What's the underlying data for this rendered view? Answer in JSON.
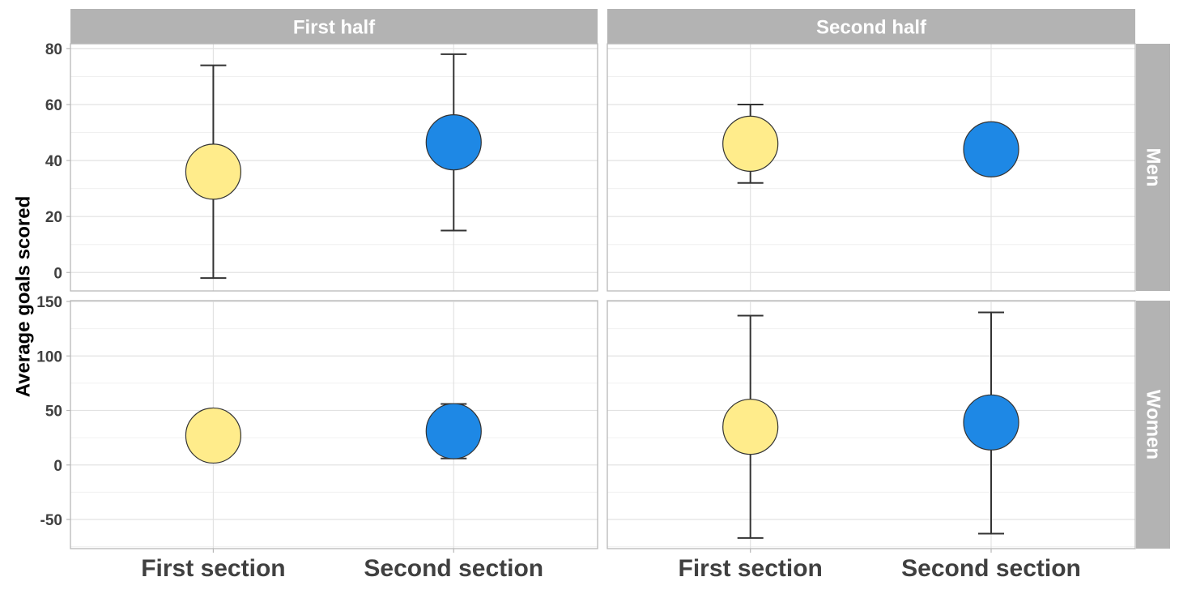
{
  "chart_data": {
    "type": "scatter",
    "subtype": "faceted point estimates with error bars",
    "ylabel": "Average goals scored",
    "categories": [
      "First section",
      "Second section"
    ],
    "colors": {
      "First section": "#FFEC8B",
      "Second section": "#1E88E5",
      "strip": "#B3B3B3",
      "errorbar": "#333333"
    },
    "column_facets": [
      "First half",
      "Second half"
    ],
    "row_facets": [
      "Men",
      "Women"
    ],
    "rows": [
      {
        "facet": "Men",
        "ylim": [
          -6,
          82
        ],
        "yticks": [
          0,
          20,
          40,
          60,
          80
        ],
        "ytick_labels": [
          "0",
          "20",
          "40",
          "60",
          "80"
        ]
      },
      {
        "facet": "Women",
        "ylim": [
          -76,
          150
        ],
        "yticks": [
          -50,
          0,
          50,
          100,
          150
        ],
        "ytick_labels": [
          "-50",
          "0",
          "50",
          "100",
          "150"
        ]
      }
    ],
    "panels": [
      {
        "row": "Men",
        "column": "First half",
        "points": [
          {
            "x": "First section",
            "y": 36,
            "ymin": -2,
            "ymax": 74
          },
          {
            "x": "Second section",
            "y": 46.5,
            "ymin": 15,
            "ymax": 78
          }
        ]
      },
      {
        "row": "Men",
        "column": "Second half",
        "points": [
          {
            "x": "First section",
            "y": 46,
            "ymin": 32,
            "ymax": 60
          },
          {
            "x": "Second section",
            "y": 44,
            "ymin": 44,
            "ymax": 44
          }
        ]
      },
      {
        "row": "Women",
        "column": "First half",
        "points": [
          {
            "x": "First section",
            "y": 27,
            "ymin": 27,
            "ymax": 27
          },
          {
            "x": "Second section",
            "y": 31,
            "ymin": 6,
            "ymax": 56
          }
        ]
      },
      {
        "row": "Women",
        "column": "Second half",
        "points": [
          {
            "x": "First section",
            "y": 35,
            "ymin": -67,
            "ymax": 137
          },
          {
            "x": "Second section",
            "y": 39,
            "ymin": -63,
            "ymax": 140
          }
        ]
      }
    ],
    "grid": true,
    "legend": "none"
  }
}
